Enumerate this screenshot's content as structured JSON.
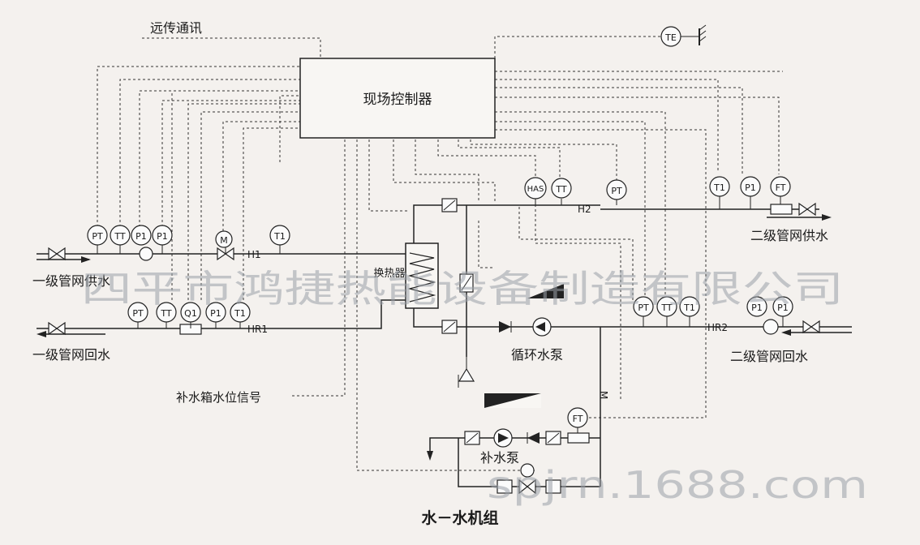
{
  "labels": {
    "remote_comm": "远传通讯",
    "controller": "现场控制器",
    "primary_supply": "一级管网供水",
    "primary_return": "一级管网回水",
    "secondary_supply": "二级管网供水",
    "secondary_return": "二级管网回水",
    "heat_exchanger": "换热器",
    "circ_pump": "循环水泵",
    "makeup_pump": "补水泵",
    "tank_signal": "补水箱水位信号",
    "caption": "水－水机组",
    "h1": "H1",
    "h2": "H2",
    "hr1": "HR1",
    "hr2": "HR2",
    "m": "M"
  },
  "instruments": {
    "te": "TE",
    "pt": "PT",
    "tt": "TT",
    "p1": "P1",
    "t1": "T1",
    "q1": "Q1",
    "ft": "FT",
    "has": "HAS",
    "motor": "M"
  },
  "watermarks": {
    "company": "四平市鸿捷热能设备制造有限公司",
    "site": "spjrn.1688.com"
  },
  "colors": {
    "line": "#222222",
    "paper": "#f4f1ee",
    "watermark": "#9aa0a8",
    "supply_tint": "#2a8a3a"
  }
}
